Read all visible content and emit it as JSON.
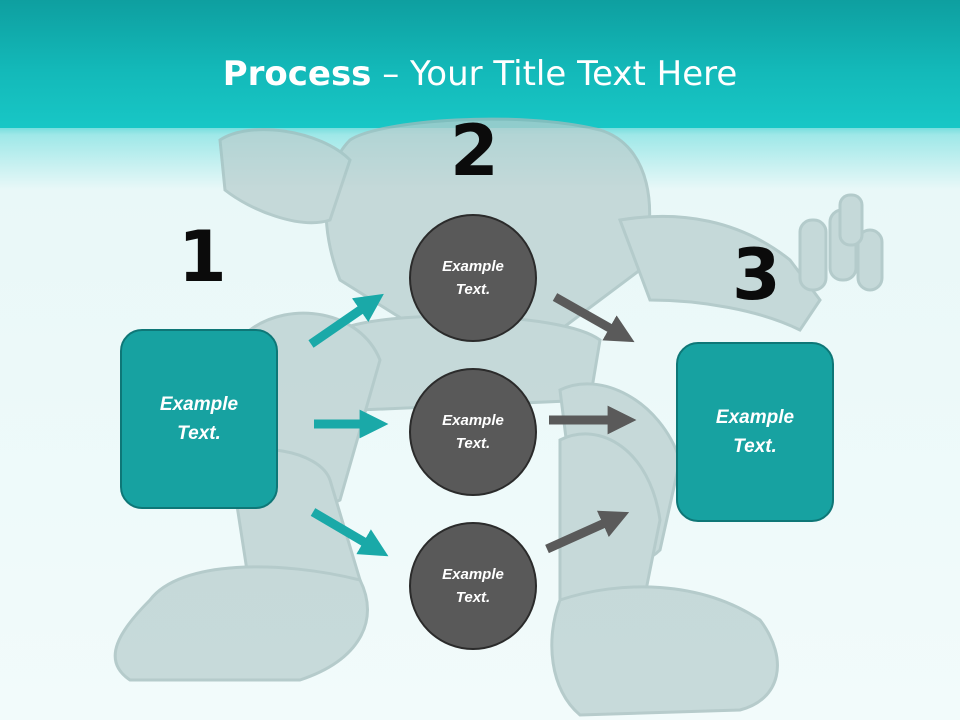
{
  "slide": {
    "title_bold": "Process",
    "title_rest": " – Your Title Text Here"
  },
  "steps": {
    "step1_number": "1",
    "step2_number": "2",
    "step3_number": "3"
  },
  "boxes": {
    "left_text": "Example\nText.",
    "right_text": "Example\nText."
  },
  "circles": [
    {
      "text": "Example\nText."
    },
    {
      "text": "Example\nText."
    },
    {
      "text": "Example\nText."
    }
  ],
  "colors": {
    "header": "#13b9b9",
    "box_fill": "#17a2a1",
    "circle_fill": "#595959",
    "teal_arrow": "#1aa9a8",
    "gray_arrow": "#5a5a5a"
  }
}
